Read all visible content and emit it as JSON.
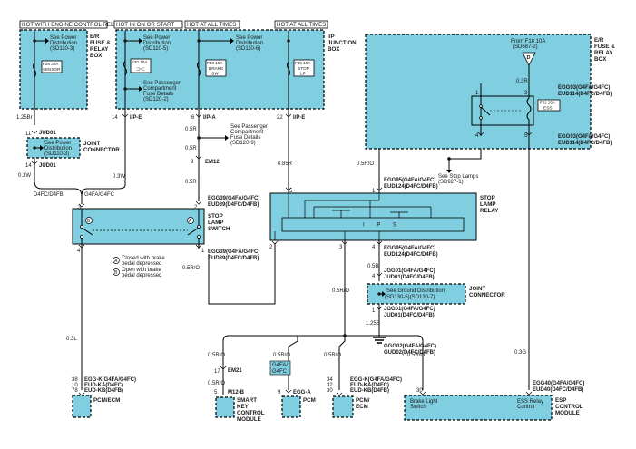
{
  "headers": {
    "engine_relay": "HOT WITH ENGINE CONTROL RELAY ON",
    "on_start": "HOT IN ON OR START",
    "at_all_times_1": "HOT AT ALL TIMES",
    "at_all_times_2": "HOT AT ALL TIMES"
  },
  "boxes": {
    "er_fuse_left": [
      "E/R",
      "FUSE &",
      "RELAY",
      "BOX"
    ],
    "ip_junction": [
      "I/P",
      "JUNCTION",
      "BOX"
    ],
    "er_fuse_right": [
      "E/R",
      "FUSE &",
      "RELAY",
      "BOX"
    ],
    "joint_connector_left": [
      "JOINT",
      "CONNECTOR"
    ],
    "stop_lamp_switch": [
      "STOP",
      "LAMP",
      "SWITCH"
    ],
    "stop_lamp_relay": [
      "STOP",
      "LAMP",
      "RELAY"
    ],
    "joint_connector_right": [
      "JOINT",
      "CONNECTOR"
    ],
    "pcm_ecm_left": "PCM/ECM",
    "smart_key": [
      "SMART",
      "KEY",
      "CONTROL",
      "MODULE"
    ],
    "pcm": "PCM",
    "pcm_ecm_mid": [
      "PCM/",
      "ECM"
    ],
    "esp": [
      "ESP",
      "CONTROL",
      "MODULE"
    ]
  },
  "fuses": {
    "f1": "F26 30A",
    "f1_name": "SENSOR",
    "f2": "F30 10A",
    "f3": "F36 15A",
    "f3_name": [
      "BRAKE",
      "SW"
    ],
    "f4": "F35 15A",
    "f4_name": [
      "STOP",
      "LP"
    ],
    "relay_label": "ESS"
  },
  "refs": {
    "pd_1": [
      "See Power",
      "Distribution",
      "(SD110-3)"
    ],
    "pd_2": [
      "See Power",
      "Distribution",
      "(SD110-5)"
    ],
    "pd_3": [
      "See Power",
      "Distribution",
      "(SD110-6)"
    ],
    "pcfd_1": [
      "See Passenger",
      "Compartment",
      "Fuse Details",
      "(SD120-2)"
    ],
    "pcfd_2": [
      "See Passenger",
      "Compartment",
      "Fuse Details",
      "(SD120-9)"
    ],
    "pd_joint": [
      "See Power",
      "Distribution",
      "(SD110-3)"
    ],
    "from_f18": [
      "From F18 10A",
      "(SD687-2)"
    ],
    "d_mark": "D",
    "stop_lamps": [
      "See Stop Lamps",
      "(SD927-1)"
    ],
    "ground": "See Ground Distribution",
    "ground_ref": "(SD130-5)(SD130-7)"
  },
  "wires": {
    "w1_25br": "1.25Br",
    "w0_3w_a": "0.3W",
    "w0_3w_b": "0.3W",
    "w0_5r_1": "0.5R",
    "w0_5r_2": "0.5R",
    "w0_5r_3": "0.5R",
    "w0_85r": "0.85R",
    "w0_5ro_relay": "0.5R/O",
    "w0_3r": "0.3R",
    "w0_5ro_sw": "0.5R/O",
    "w0_3l": "0.3L",
    "w0_5ro_mid": "0.5R/O",
    "w0_5b": "0.5B",
    "w1_25b": "1.25B",
    "w0_5ro_a": "0.5R/O",
    "w0_5ro_b": "0.5R/O",
    "w0_5ro_c": "0.5R/O",
    "w0_5ro_d": "0.5R/O",
    "w0_5ro_e": "0.5R/O",
    "w0_3g": "0.3G"
  },
  "pins": {
    "p14a": "14",
    "p6": "6",
    "p22": "22",
    "p11": "11",
    "p14b": "14",
    "p9": "9",
    "p3a": "3",
    "p2a": "2",
    "p4a": "4",
    "p1a": "1",
    "p5": "5",
    "p1b": "1",
    "p2b": "2",
    "p3b": "3",
    "p4b": "4",
    "p1c": "1",
    "p3c": "3",
    "p4c": "4",
    "p5c": "5",
    "p17": "17",
    "p5m": "5",
    "p9p": "9",
    "p38": "38",
    "p10": "10",
    "p78": "78",
    "p34": "34",
    "p32": "32",
    "p30a": "30",
    "p30b": "30",
    "p4j": "4",
    "p1j": "1"
  },
  "connectors": {
    "ip_e_1": "I/P-E",
    "ip_a": "I/P-A",
    "ip_e_2": "I/P-E",
    "jud01_top": "JUD01",
    "jud01_bot": "JUD01",
    "em12": "EM12",
    "bus_left": "D4FC/D4FB",
    "bus_right": "G4FA/G4FC",
    "egg39": "EGG39(G4FA/G4FC)",
    "eud39": "EUD39(D4FC/D4FB)",
    "egg39b": "EGG39(G4FA/G4FC)",
    "eud39b": "EUD39(D4FC/D4FB)",
    "egg95": "EGG95(G4FA/G4FC)",
    "eud124": "EUD124(D4FC/D4FB)",
    "egg95b": "EGG95(G4FA/G4FC)",
    "eud124b": "EUD124(D4FC/D4FB)",
    "egg93": "EGG93(G4FA/G4FC)",
    "eud114": "EUD114(D4FC/D4FB)",
    "egg93b": "EGG93(G4FA/G4FC)",
    "eud114b": "EUD114(D4FC/D4FB)",
    "jgg01a": "JGG01(G4FA/G4FC)",
    "jud01a": "JUD01(D4FC/D4FB)",
    "jgg01b": "JGG01(G4FA/G4FC)",
    "jud01b": "JUD01(D4FC/D4FB)",
    "ggg02": "GGG02(G4FA/G4FC)",
    "gud02": "GUD02(D4FC/D4FB)",
    "egg_k": "EGG-K(G4FA/G4FC)",
    "eud_ka": "EUD-KA(D4FC)",
    "eud_kb": "EUD-KB(D4FB)",
    "em21": "EM21",
    "m12b": "M12-B",
    "g4fa_tag": [
      "G4FA/",
      "G4FC"
    ],
    "egg_a": "EGG-A",
    "egg_k2": "EGG-K(G4FA/G4FC)",
    "eud_ka2": "EUD-KA(D4FC)",
    "eud_kb2": "EUD-KB(D4FB)",
    "egg40": "EGG40(G4FA/G4FC)",
    "eud40": "EUD40(D4FC/D4FB)"
  },
  "legend": {
    "a_mark": "A",
    "a_text": [
      "Closed with brake",
      "pedal depressed"
    ],
    "b_mark": "B",
    "b_text": [
      "Open with brake",
      "pedal depressed"
    ]
  },
  "relay_inner": "I P S",
  "esp_ports": {
    "brake_light": [
      "Brake Light",
      "Switch"
    ],
    "ess_relay": [
      "ESS Relay",
      "Control"
    ]
  }
}
